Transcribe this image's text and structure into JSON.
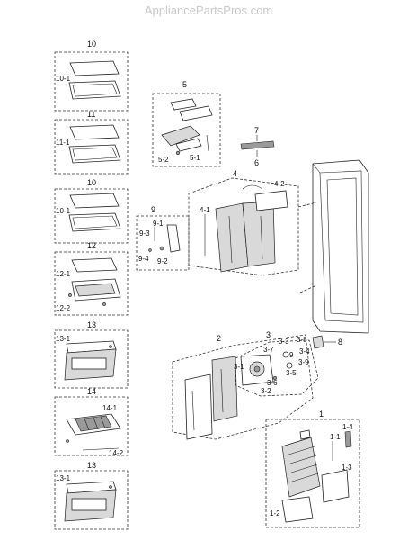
{
  "watermark": "AppliancePartsPros.com",
  "colors": {
    "line": "#222222",
    "watermark": "#c9c9c9",
    "fill_shade": "#d9d9d9"
  },
  "callouts": {
    "c10a": "10",
    "c10_1a": "10-1",
    "c11": "11",
    "c11_1": "11-1",
    "c10b": "10",
    "c10_1b": "10-1",
    "c12": "12",
    "c12_1": "12-1",
    "c12_2": "12-2",
    "c13a": "13",
    "c13_1a": "13-1",
    "c14": "14",
    "c14_1": "14-1",
    "c14_2": "14-2",
    "c13b": "13",
    "c13_1b": "13-1",
    "c5": "5",
    "c5_1": "5-1",
    "c5_2": "5-2",
    "c7": "7",
    "c6": "6",
    "c4": "4",
    "c4_1": "4-1",
    "c4_2": "4-2",
    "c9": "9",
    "c9_1": "9-1",
    "c9_2": "9-2",
    "c9_3": "9-3",
    "c9_4": "9-4",
    "c2": "2",
    "c3": "3",
    "c3_1": "3-1",
    "c3_2": "3-2",
    "c3_3": "3-3",
    "c3_4": "3-4",
    "c3_5": "3-5",
    "c3_6": "3-6",
    "c3_7": "3-7",
    "c3_8": "3-8",
    "c3_9": "3-9",
    "c3_10": "9",
    "c8": "8",
    "c1": "1",
    "c1_1": "1-1",
    "c1_2": "1-2",
    "c1_3": "1-3",
    "c1_4": "1-4"
  }
}
